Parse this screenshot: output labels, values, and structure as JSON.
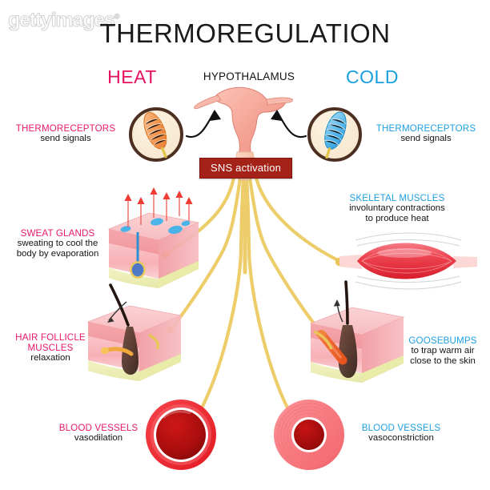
{
  "watermark": {
    "text": "gettyimages",
    "mark": "®"
  },
  "title": "THERMOREGULATION",
  "columns": {
    "left": "HEAT",
    "right": "COLD"
  },
  "hypothalamus": {
    "label": "HYPOTHALAMUS"
  },
  "sns": {
    "label": "SNS activation",
    "color": "#a52218"
  },
  "colors": {
    "heat_accent": "#e30f5f",
    "cold_accent": "#18a0e0",
    "pink_label": "#e8186a",
    "blue_label": "#1d9fe2",
    "nerve": "#edcd6a",
    "sns_box": "#a52218",
    "muscle_red": "#e8414b",
    "blood_lumen": "#b11010",
    "skin_pink": "#f4a8ab",
    "fat_yellow": "#eff0b8"
  },
  "items": [
    {
      "id": "thermoreceptors-heat",
      "side": "left",
      "heading": "THERMORECEPTORS",
      "lines": [
        "send signals"
      ],
      "accent": "#e8186a",
      "icon": "thermoreceptor-warm-icon"
    },
    {
      "id": "thermoreceptors-cold",
      "side": "right",
      "heading": "THERMORECEPTORS",
      "lines": [
        "send signals"
      ],
      "accent": "#1d9fe2",
      "icon": "thermoreceptor-cold-icon"
    },
    {
      "id": "sweat-glands",
      "side": "left",
      "heading": "SWEAT GLANDS",
      "lines": [
        "sweating to cool the",
        "body by evaporation"
      ],
      "accent": "#e8186a",
      "icon": "skin-block-sweat-icon"
    },
    {
      "id": "skeletal-muscles",
      "side": "right",
      "heading": "SKELETAL MUSCLES",
      "lines": [
        "involuntary contractions",
        "to produce heat"
      ],
      "accent": "#1d9fe2",
      "icon": "skeletal-muscle-icon"
    },
    {
      "id": "hair-follicle-muscles",
      "side": "left",
      "heading": "HAIR FOLLICLE\nMUSCLES",
      "heading_line1": "HAIR FOLLICLE",
      "heading_line2": "MUSCLES",
      "lines": [
        "relaxation"
      ],
      "accent": "#e8186a",
      "icon": "skin-block-hair-relaxed-icon"
    },
    {
      "id": "goosebumps",
      "side": "right",
      "heading": "GOOSEBUMPS",
      "lines": [
        "to trap warm air",
        "close to the skin"
      ],
      "accent": "#1d9fe2",
      "icon": "skin-block-goosebump-icon"
    },
    {
      "id": "blood-vessels-dilation",
      "side": "left",
      "heading": "BLOOD VESSELS",
      "lines": [
        "vasodilation"
      ],
      "accent": "#e8186a",
      "icon": "vessel-dilated-icon"
    },
    {
      "id": "blood-vessels-constriction",
      "side": "right",
      "heading": "BLOOD VESSELS",
      "lines": [
        "vasoconstriction"
      ],
      "accent": "#1d9fe2",
      "icon": "vessel-constricted-icon"
    }
  ]
}
